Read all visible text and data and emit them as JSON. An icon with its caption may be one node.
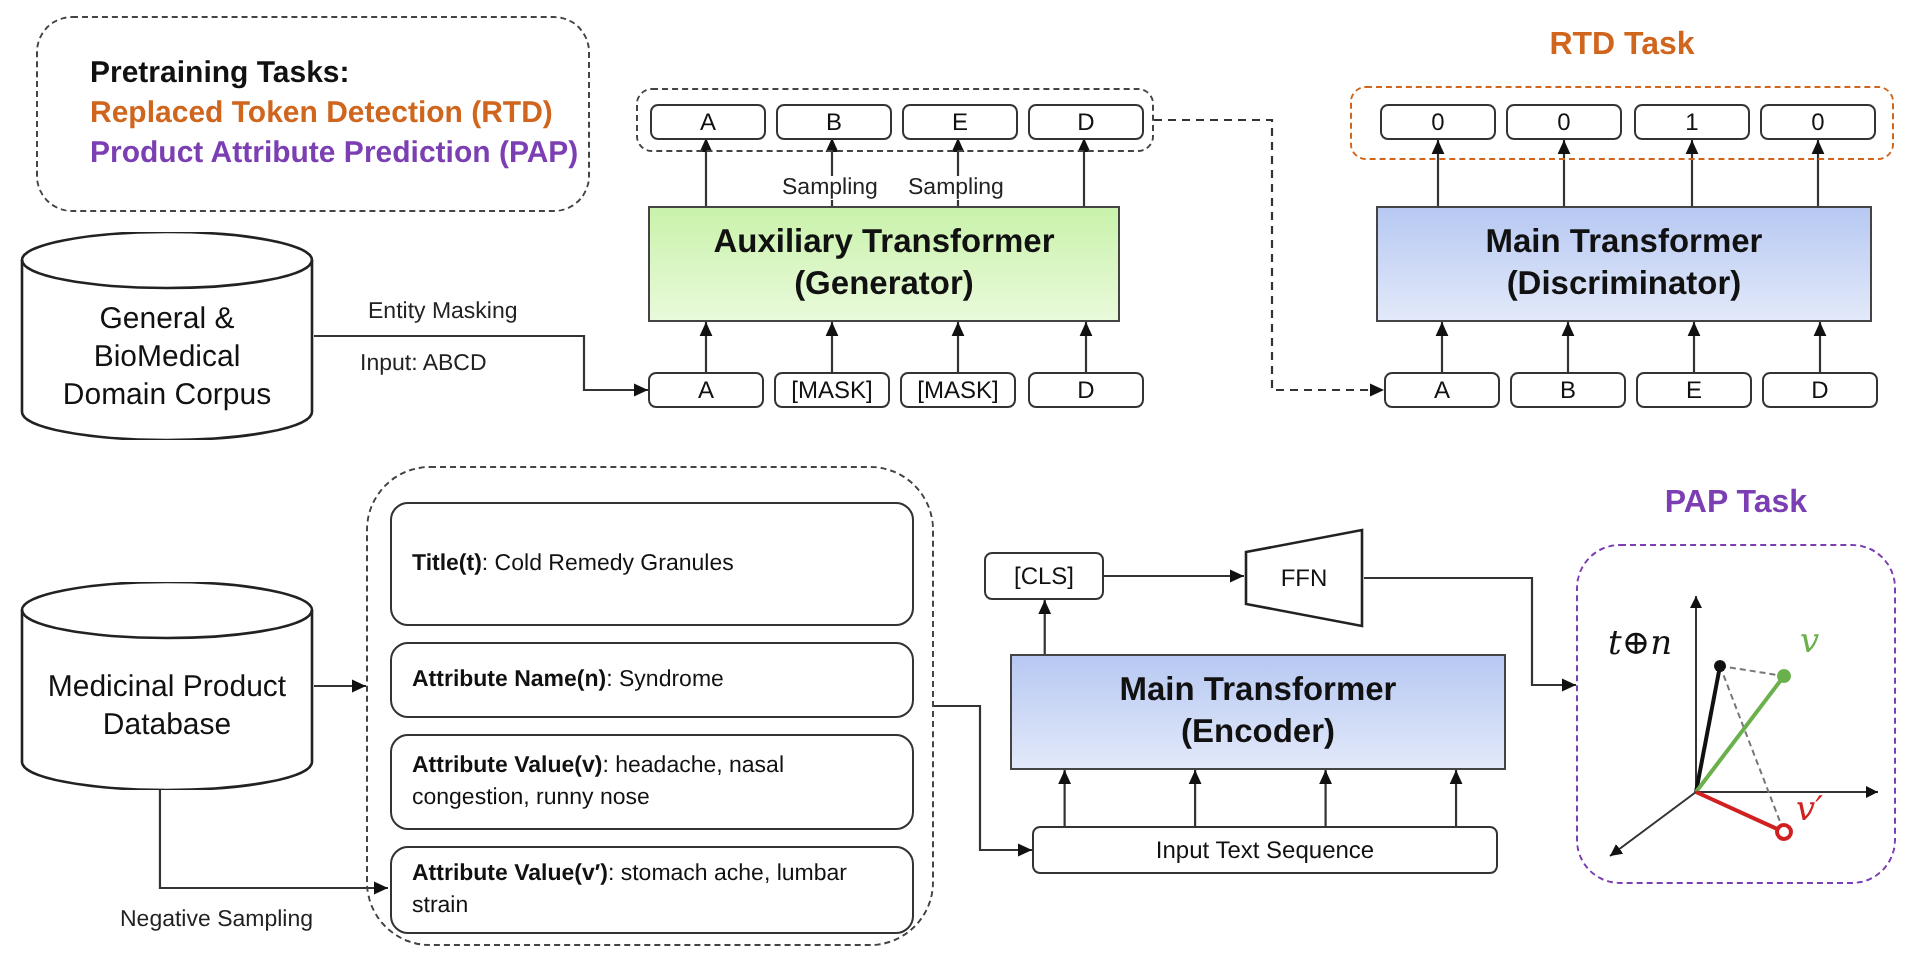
{
  "diagram": {
    "nodes": [
      {
        "text": [
          "Pretraining Tasks:",
          "Replaced Token Detection (RTD)",
          "Product Attribute Prediction (PAP)"
        ]
      },
      {
        "text": [
          "General & BioMedical Domain Corpus"
        ]
      },
      {
        "text": [],
        "shape": "box"
      },
      {
        "text": [
          "A"
        ],
        "in": 2
      },
      {
        "text": [
          "B"
        ],
        "in": 2
      },
      {
        "text": [
          "E"
        ],
        "in": 2
      },
      {
        "text": [
          "D"
        ],
        "in": 2
      },
      {
        "text": [
          "Auxiliary Transformer (Generator)"
        ]
      },
      {
        "text": [
          "A"
        ]
      },
      {
        "text": [
          "[MASK]"
        ]
      },
      {
        "text": [
          "[MASK]"
        ]
      },
      {
        "text": [
          "D"
        ]
      },
      {
        "text": [
          "RTD Task"
        ]
      },
      {
        "text": [
          "0"
        ],
        "in": 12
      },
      {
        "text": [
          "0"
        ],
        "in": 12
      },
      {
        "text": [
          "1"
        ],
        "in": 12
      },
      {
        "text": [
          "0"
        ],
        "in": 12
      },
      {
        "text": [
          "Main Transformer (Discriminator)"
        ]
      },
      {
        "text": [
          "A"
        ]
      },
      {
        "text": [
          "B"
        ]
      },
      {
        "text": [
          "E"
        ]
      },
      {
        "text": [
          "D"
        ]
      },
      {
        "text": [
          "Medicinal Product Database"
        ]
      },
      {
        "text": [],
        "shape": "box"
      },
      {
        "text": [
          "**Title(t)**: Cold Remedy Granules"
        ],
        "in": 23
      },
      {
        "text": [
          "**Attribute Name(n)**: Syndrome"
        ],
        "in": 23
      },
      {
        "text": [
          "**Attribute Value(v)**: headache, nasal congestion, runny nose"
        ],
        "in": 23
      },
      {
        "text": [
          "**Attribute Value(v′)**: stomach ache, lumbar strain"
        ],
        "in": 23
      },
      {
        "text": [
          "[CLS]"
        ]
      },
      {
        "text": [
          "FFN"
        ]
      },
      {
        "text": [
          "Main Transformer (Encoder)"
        ]
      },
      {
        "text": [
          "Input Text Sequence"
        ]
      },
      {
        "text": [
          "PAP Task"
        ]
      }
    ],
    "edges": [
      {
        "from": 1,
        "to": 8,
        "arrow": "to",
        "label": "Entity Masking"
      },
      {
        "from": 8,
        "to": 7,
        "arrow": "to"
      },
      {
        "from": 9,
        "to": 7,
        "arrow": "to"
      },
      {
        "from": 10,
        "to": 7,
        "arrow": "to"
      },
      {
        "from": 11,
        "to": 7,
        "arrow": "to"
      },
      {
        "from": 7,
        "to": 3,
        "arrow": "to"
      },
      {
        "from": 7,
        "to": 4,
        "arrow": "to",
        "label": "Sampling"
      },
      {
        "from": 7,
        "to": 5,
        "arrow": "to",
        "label": "Sampling"
      },
      {
        "from": 7,
        "to": 6,
        "arrow": "to"
      },
      {
        "from": 2,
        "to": 18,
        "arrow": "to",
        "style": "dashed"
      },
      {
        "from": 18,
        "to": 17,
        "arrow": "to"
      },
      {
        "from": 19,
        "to": 17,
        "arrow": "to"
      },
      {
        "from": 20,
        "to": 17,
        "arrow": "to"
      },
      {
        "from": 21,
        "to": 17,
        "arrow": "to"
      },
      {
        "from": 17,
        "to": 13,
        "arrow": "to"
      },
      {
        "from": 17,
        "to": 14,
        "arrow": "to"
      },
      {
        "from": 17,
        "to": 15,
        "arrow": "to"
      },
      {
        "from": 17,
        "to": 16,
        "arrow": "to"
      },
      {
        "from": 22,
        "to": 23,
        "arrow": "to"
      },
      {
        "from": 22,
        "to": 27,
        "arrow": "to",
        "label": "Negative Sampling"
      },
      {
        "from": 23,
        "to": 31,
        "arrow": "to"
      },
      {
        "from": 31,
        "to": 30,
        "arrow": "to"
      },
      {
        "from": 31,
        "to": 30,
        "arrow": "to"
      },
      {
        "from": 31,
        "to": 30,
        "arrow": "to"
      },
      {
        "from": 31,
        "to": 30,
        "arrow": "to"
      },
      {
        "from": 30,
        "to": 28,
        "arrow": "to"
      },
      {
        "from": 28,
        "to": 29,
        "arrow": "to"
      },
      {
        "from": 29,
        "to": 32,
        "arrow": "to"
      }
    ],
    "labels": [
      "Input: ABCD",
      "t⊕n",
      "v",
      "v′"
    ]
  }
}
